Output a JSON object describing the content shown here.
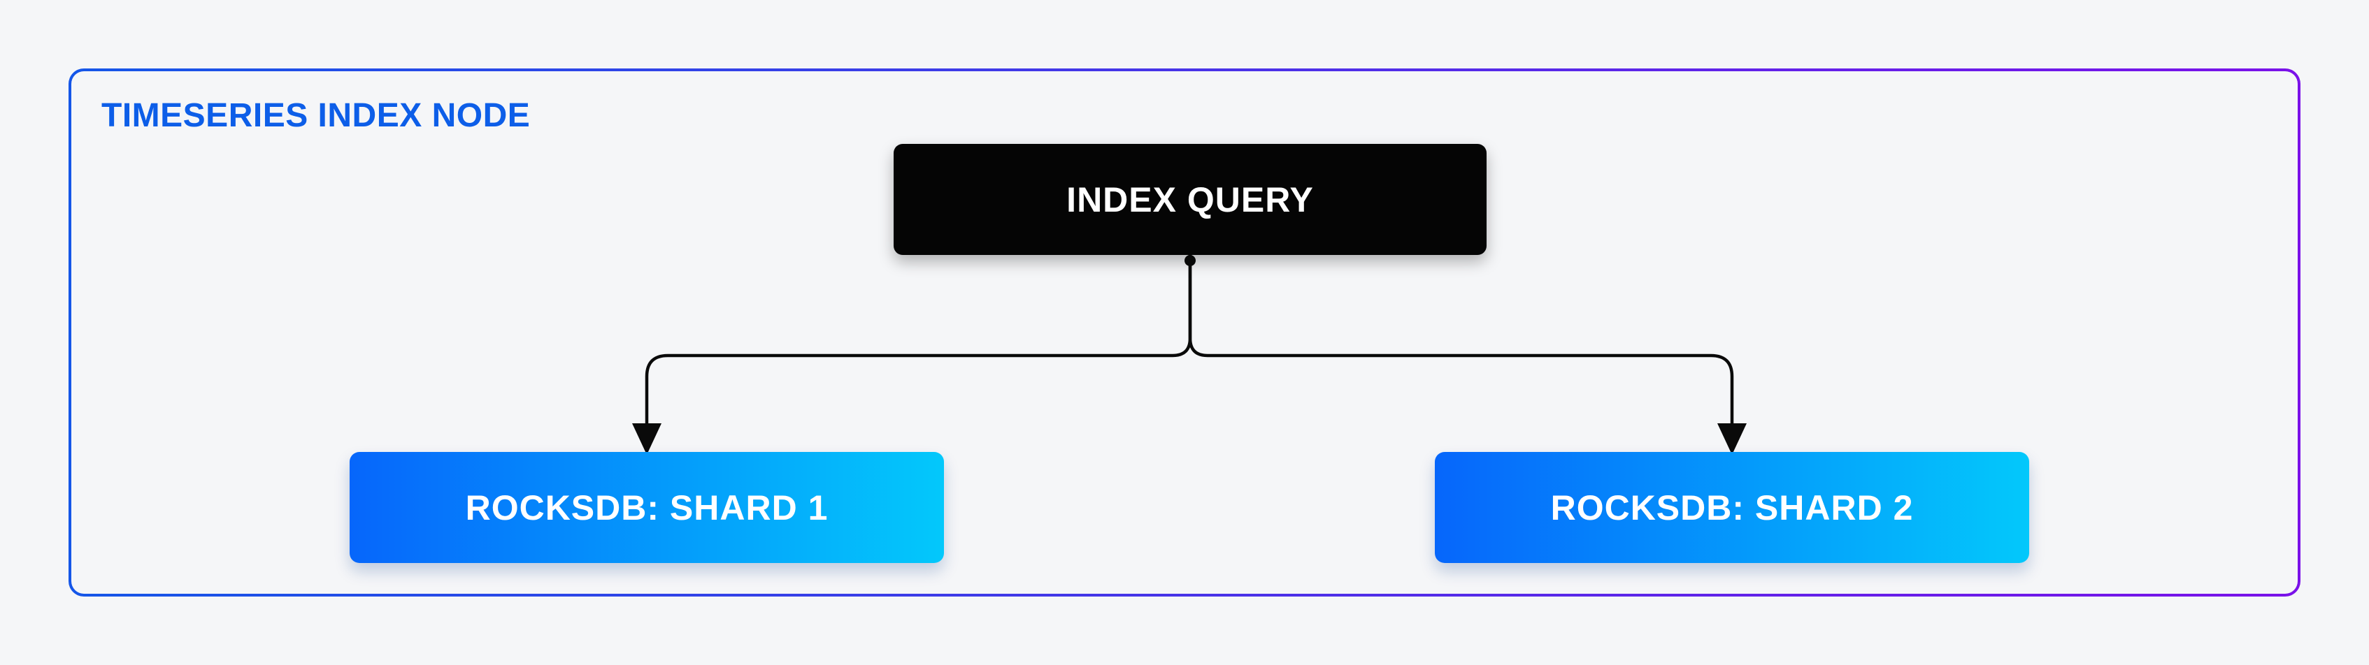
{
  "page": {
    "background_color": "#f5f6f8"
  },
  "panel": {
    "title": "TIMESERIES INDEX NODE",
    "title_color": "#0d5ee8",
    "border_gradient_start": "#1556e8",
    "border_gradient_end": "#7a11e9"
  },
  "nodes": {
    "index_query": {
      "label": "INDEX QUERY",
      "bg_color": "#050505",
      "text_color": "#ffffff"
    },
    "shard1": {
      "label": "ROCKSDB: SHARD 1",
      "gradient_start": "#0666fb",
      "gradient_end": "#03c8fb",
      "text_color": "#ffffff"
    },
    "shard2": {
      "label": "ROCKSDB: SHARD 2",
      "gradient_start": "#0666fb",
      "gradient_end": "#03c8fb",
      "text_color": "#ffffff"
    }
  },
  "connector": {
    "color": "#0a0a0a",
    "from": "INDEX QUERY",
    "to": [
      "ROCKSDB: SHARD 1",
      "ROCKSDB: SHARD 2"
    ]
  }
}
